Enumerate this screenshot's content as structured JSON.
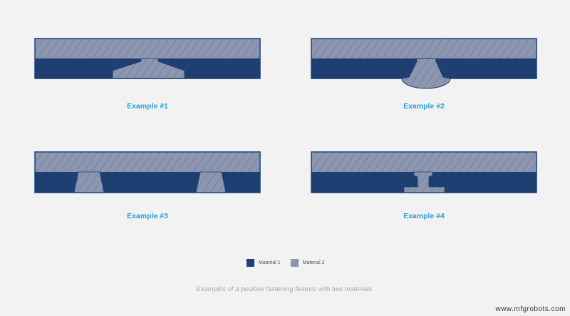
{
  "colors": {
    "material1": "#1d3f72",
    "material2": "#8c96b0",
    "hatch": "#6c7794",
    "outline": "#1d3f72",
    "label": "#2a9fdc",
    "background": "#f2f2f2"
  },
  "examples": [
    {
      "label": "Example #1"
    },
    {
      "label": "Example #2"
    },
    {
      "label": "Example #3"
    },
    {
      "label": "Example #4"
    }
  ],
  "legend": {
    "material1_label": "Material 1",
    "material2_label": "Material 2"
  },
  "caption": "Examples of a positive fastening feature with two materials.",
  "watermark": "www.mfgrobots.com"
}
